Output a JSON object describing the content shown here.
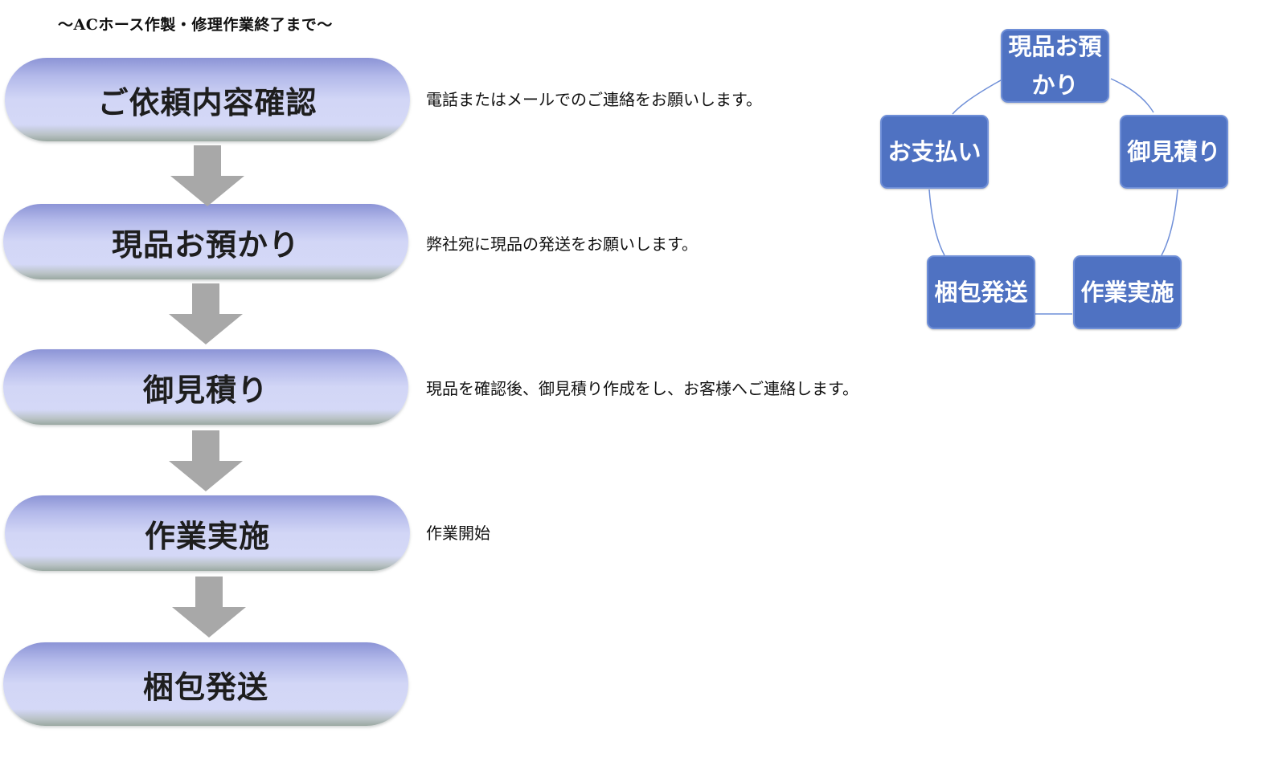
{
  "page_title": "〜ACホース作製・修理作業終了まで〜",
  "flow": {
    "steps": [
      {
        "label": "ご依頼内容確認",
        "desc": "電話またはメールでのご連絡をお願いします。"
      },
      {
        "label": "現品お預かり",
        "desc": "弊社宛に現品の発送をお願いします。"
      },
      {
        "label": "御見積り",
        "desc": "現品を確認後、御見積り作成をし、お客様へご連絡します。"
      },
      {
        "label": "作業実施",
        "desc": "作業開始"
      },
      {
        "label": "梱包発送",
        "desc": ""
      }
    ]
  },
  "cycle": {
    "nodes": [
      {
        "label": "現品お預かり"
      },
      {
        "label": "御見積り"
      },
      {
        "label": "作業実施"
      },
      {
        "label": "梱包発送"
      },
      {
        "label": "お支払い"
      }
    ],
    "colors": {
      "box_fill": "#4f72c2",
      "connector": "#6f8fd8"
    }
  },
  "colors": {
    "arrow": "#a8a8a8",
    "pill_mid": "#d2d6f6",
    "pill_top": "#8c94d6"
  }
}
